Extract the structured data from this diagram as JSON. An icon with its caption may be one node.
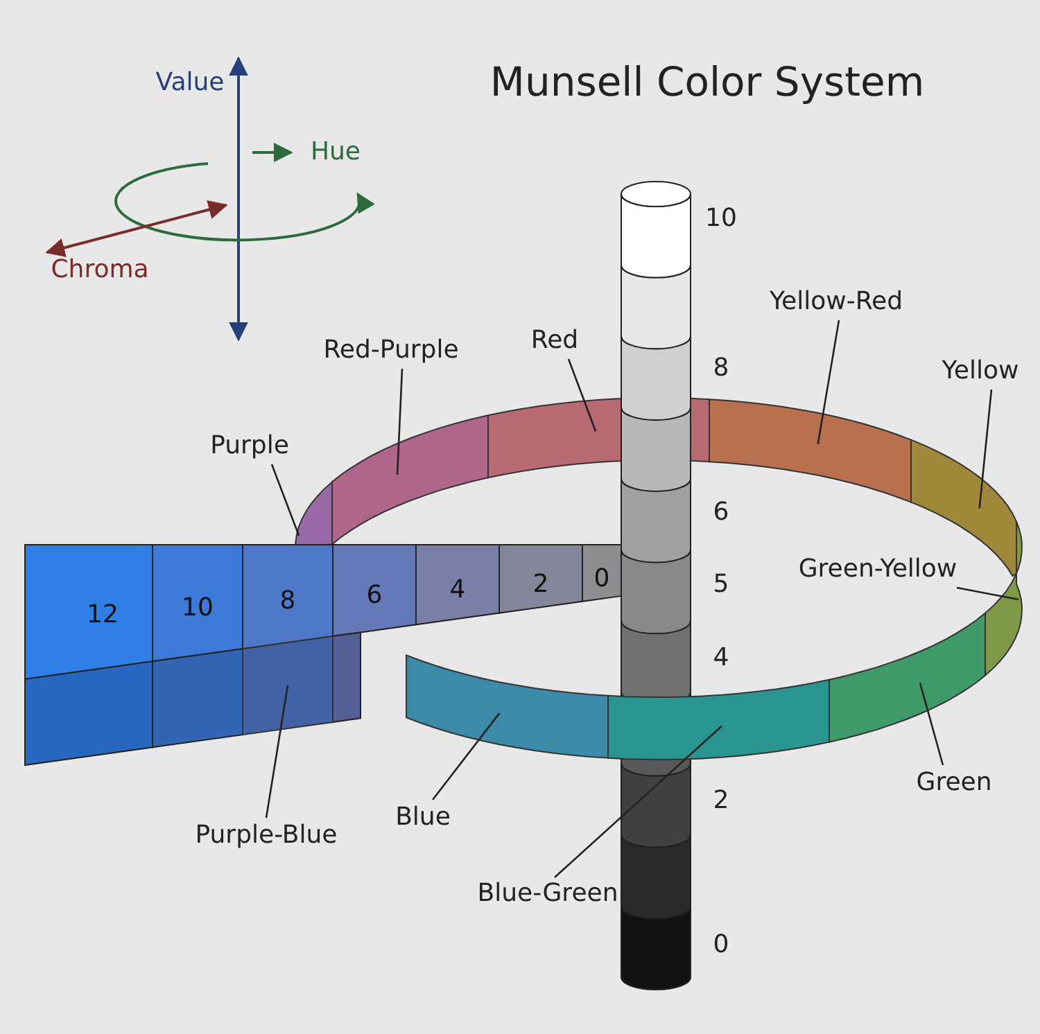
{
  "diagram": {
    "title": "Munsell Color System",
    "nodes": [
      {
        "text": [
          "Red-Purple"
        ]
      },
      {
        "text": [
          "Red"
        ]
      },
      {
        "text": [
          "Yellow-Red"
        ]
      },
      {
        "text": [
          "Yellow"
        ]
      },
      {
        "text": [
          "Purple"
        ]
      },
      {
        "text": [
          "Green-Yellow"
        ]
      },
      {
        "text": [
          "Green"
        ]
      },
      {
        "text": [
          "Blue"
        ]
      },
      {
        "text": [
          "Purple-Blue"
        ]
      },
      {
        "text": [
          "Blue-Green"
        ]
      },
      {
        "text": [],
        "shape": "box"
      },
      {
        "text": [],
        "shape": "box"
      },
      {
        "text": [],
        "shape": "box"
      },
      {
        "text": [],
        "shape": "box"
      },
      {
        "text": [],
        "shape": "box"
      },
      {
        "text": [],
        "shape": "box"
      },
      {
        "text": [],
        "shape": "box"
      },
      {
        "text": [],
        "shape": "box"
      },
      {
        "text": [],
        "shape": "box"
      },
      {
        "text": [],
        "shape": "box"
      }
    ],
    "edges": [
      {
        "from": 0,
        "to": 13,
        "arrow": "none"
      },
      {
        "from": 1,
        "to": 14,
        "arrow": "none"
      },
      {
        "from": 2,
        "to": 16,
        "arrow": "none"
      },
      {
        "from": 3,
        "to": 18,
        "arrow": "none"
      },
      {
        "from": 4,
        "to": 11,
        "arrow": "none"
      },
      {
        "from": 5,
        "to": 19,
        "arrow": "none"
      },
      {
        "from": 6,
        "to": 17,
        "arrow": "none"
      },
      {
        "from": 7,
        "to": 12,
        "arrow": "none"
      },
      {
        "from": 8,
        "to": 10,
        "arrow": "none"
      },
      {
        "from": 9,
        "to": 15,
        "arrow": "none"
      }
    ],
    "labels": [
      "Value",
      "Hue",
      "Chroma",
      "10",
      "8",
      "6",
      "5",
      "4",
      "2",
      "0",
      "12",
      "10",
      "8",
      "6",
      "4",
      "2",
      "0"
    ]
  }
}
